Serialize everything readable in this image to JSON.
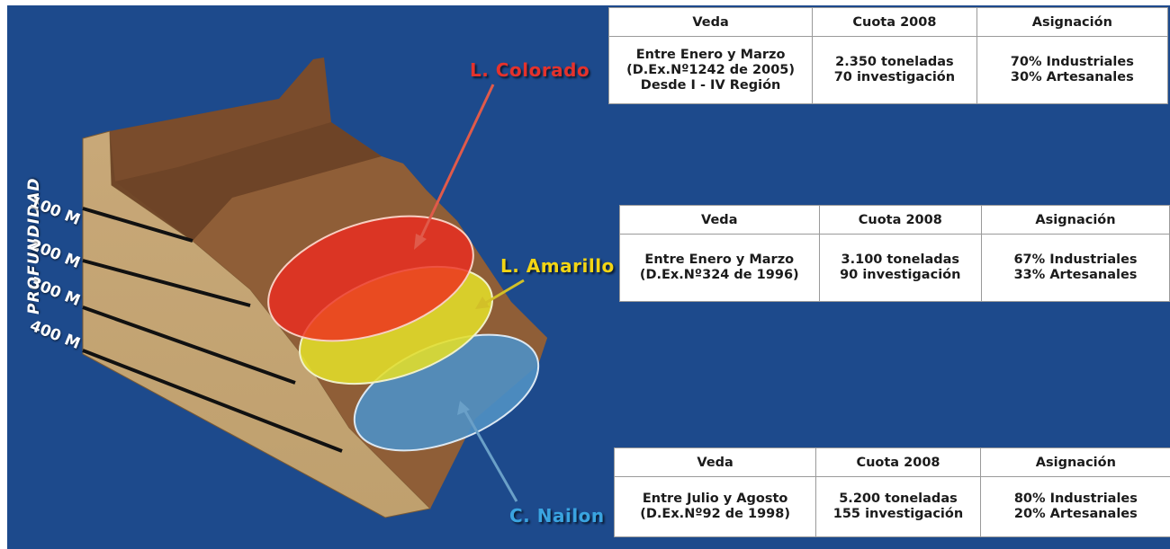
{
  "axis_title": "PROFUNDIDAD",
  "depth_labels": [
    "100 M",
    "200 M",
    "300 M",
    "400 M"
  ],
  "species": {
    "colorado": "L. Colorado",
    "amarillo": "L. Amarillo",
    "nailon": "C. Nailon"
  },
  "colors": {
    "background": "#1d4a8c",
    "colorado": "#e5322c",
    "amarillo": "#f2d514",
    "nailon": "#3aa4e0",
    "slope": "#8a5a34"
  },
  "tables": [
    {
      "headers": [
        "Veda",
        "Cuota 2008",
        "Asignación"
      ],
      "veda": [
        "Entre Enero y Marzo",
        "(D.Ex.Nº1242 de 2005)",
        "Desde I - IV Región"
      ],
      "cuota": [
        "2.350 toneladas",
        "70 investigación"
      ],
      "asignacion": [
        "70% Industriales",
        "30% Artesanales"
      ]
    },
    {
      "headers": [
        "Veda",
        "Cuota 2008",
        "Asignación"
      ],
      "veda": [
        "Entre Enero y Marzo",
        "(D.Ex.Nº324 de 1996)"
      ],
      "cuota": [
        "3.100 toneladas",
        "90 investigación"
      ],
      "asignacion": [
        "67% Industriales",
        "33% Artesanales"
      ]
    },
    {
      "headers": [
        "Veda",
        "Cuota 2008",
        "Asignación"
      ],
      "veda": [
        "Entre Julio y Agosto",
        "(D.Ex.Nº92 de 1998)"
      ],
      "cuota": [
        "5.200 toneladas",
        "155 investigación"
      ],
      "asignacion": [
        "80% Industriales",
        "20% Artesanales"
      ]
    }
  ]
}
